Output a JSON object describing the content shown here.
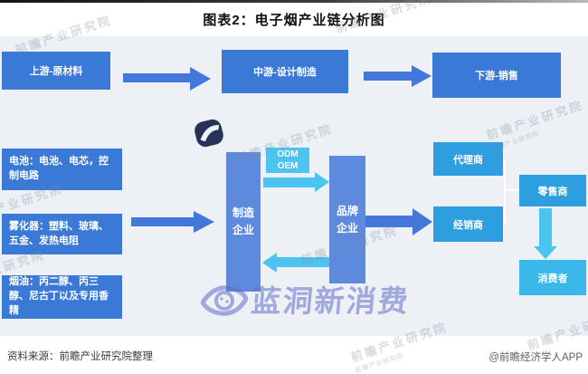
{
  "title": "图表2：电子烟产业链分析图",
  "flow_top": {
    "upstream_label": "上游-原材料",
    "midstream_label": "中游-设计制造",
    "downstream_label": "下游-销售"
  },
  "raw_materials": {
    "battery": "电池：电池、电芯，控制电路",
    "atomizer": "雾化器：塑料、玻璃、五金、发热电阻",
    "eliquid": "烟油：丙二醇、丙三醇、尼古丁以及专用香精"
  },
  "midstream": {
    "manufacturer": {
      "line1": "制造",
      "line2": "企业"
    },
    "oem_badge": {
      "line1": "ODM",
      "line2": "OEM"
    },
    "brand": {
      "line1": "品牌",
      "line2": "企业"
    }
  },
  "downstream": {
    "agent": "代理商",
    "distributor": "经销商",
    "retailer": "零售商",
    "consumer": "消费者"
  },
  "watermark": {
    "institute": "前瞻产业研究院",
    "media": "蓝洞新消费"
  },
  "footer": {
    "source": "资料来源：前瞻产业研究院整理",
    "credit": "@前瞻经济学人APP"
  },
  "colors": {
    "primary_blue": "#3b79d7",
    "mid_blue": "#5e8ade",
    "bright_blue": "#2d9ee0",
    "cyan": "#4cc4f0",
    "consumer_cyan": "#39b8e9",
    "arrow_blue": "#4377d9",
    "diagram_bg": "#edf1f6",
    "watermark_gray": "rgba(122,138,160,0.30)",
    "watermark_purple": "rgba(98,108,196,0.55)"
  }
}
